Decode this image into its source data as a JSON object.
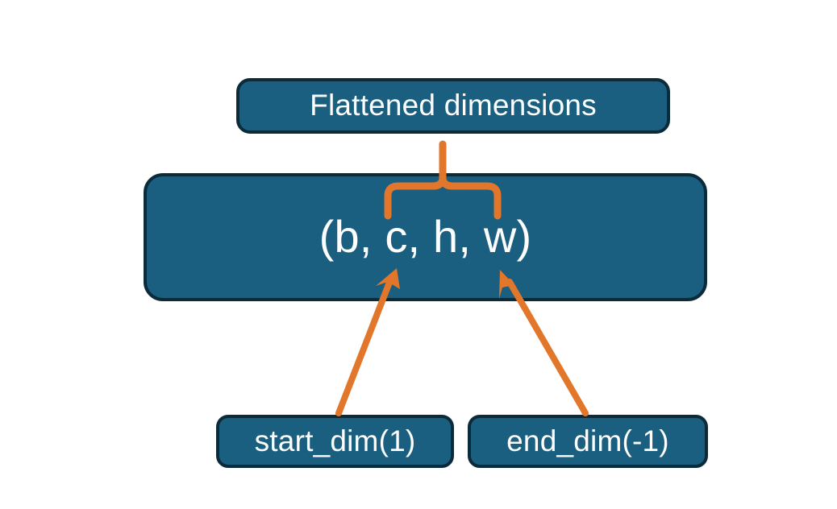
{
  "diagram": {
    "title_node": {
      "label": "Flattened dimensions"
    },
    "shape_node": {
      "label": "(b, c, h, w)"
    },
    "start_node": {
      "label": "start_dim(1)"
    },
    "end_node": {
      "label": "end_dim(-1)"
    },
    "connectors": {
      "brace_name": "flattened-span-brace",
      "start_arrow_name": "start-dim-arrow",
      "end_arrow_name": "end-dim-arrow"
    },
    "colors": {
      "node_fill": "#1a5f7f",
      "node_border": "#0b2a3a",
      "node_text": "#fdfdfd",
      "accent": "#e2762a",
      "background": "#ffffff"
    }
  }
}
